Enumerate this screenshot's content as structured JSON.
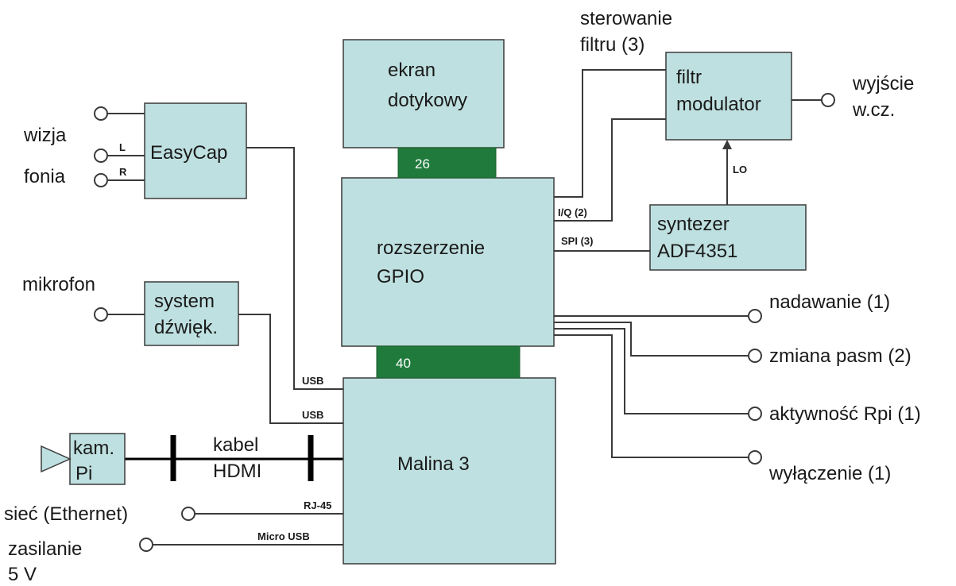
{
  "blocks": {
    "ekran": [
      "ekran",
      "dotykowy"
    ],
    "easycap": "EasyCap",
    "gpio": [
      "rozszerzenie",
      "GPIO"
    ],
    "system_dzwiek": [
      "system",
      "dźwięk."
    ],
    "malina": "Malina 3",
    "kamera": [
      "kam.",
      "Pi"
    ],
    "filtr": [
      "filtr",
      "modulator"
    ],
    "syntezer": [
      "syntezer",
      "ADF4351"
    ]
  },
  "connectors": {
    "top": "26",
    "bottom": "40"
  },
  "cable": [
    "kabel",
    "HDMI"
  ],
  "labels": {
    "wizja": "wizja",
    "fonia": "fonia",
    "L": "L",
    "R": "R",
    "mikrofon": "mikrofon",
    "siec": "sieć (Ethernet)",
    "zasilanie": [
      "zasilanie",
      "5 V"
    ],
    "usb1": "USB",
    "usb2": "USB",
    "rj45": "RJ-45",
    "microusb": "Micro USB",
    "sterowanie": [
      "sterowanie",
      "filtru (3)"
    ],
    "wyjscie": [
      "wyjście",
      "w.cz."
    ],
    "iq": "I/Q (2)",
    "spi": "SPI (3)",
    "lo": "LO",
    "nadawanie": "nadawanie (1)",
    "zmiana": "zmiana pasm (2)",
    "aktywnosc": "aktywność Rpi (1)",
    "wylaczenie": "wyłączenie (1)"
  }
}
